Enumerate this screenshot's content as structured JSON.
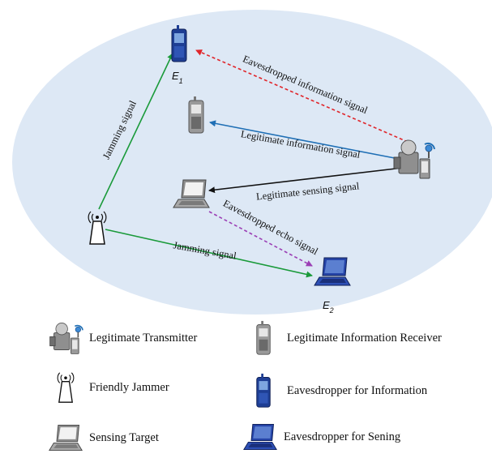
{
  "nodes": {
    "e1_label_main": "E",
    "e1_label_sub": "1",
    "e2_label_main": "E",
    "e2_label_sub": "2"
  },
  "links": {
    "jam_up": "Jamming signal",
    "jam_down": "Jamming signal",
    "eaves_info": "Eavesdropped information signal",
    "legit_info": "Legitimate information signal",
    "legit_sensing": "Legitimate sensing signal",
    "eaves_echo": "Eavesdropped echo signal"
  },
  "colors": {
    "ellipse": "#dde8f5",
    "jamming": "#1a9a3a",
    "eaves_info": "#e0252a",
    "legit_info": "#1f6fb5",
    "legit_sensing": "#111111",
    "eaves_echo": "#9b3fb5"
  },
  "legend": {
    "transmitter": "Legitimate Transmitter",
    "receiver": "Legitimate Information Receiver",
    "jammer": "Friendly Jammer",
    "eaves_info": "Eavesdropper for Information",
    "target": "Sensing Target",
    "eaves_sensing": "Eavesdropper for Sening"
  }
}
